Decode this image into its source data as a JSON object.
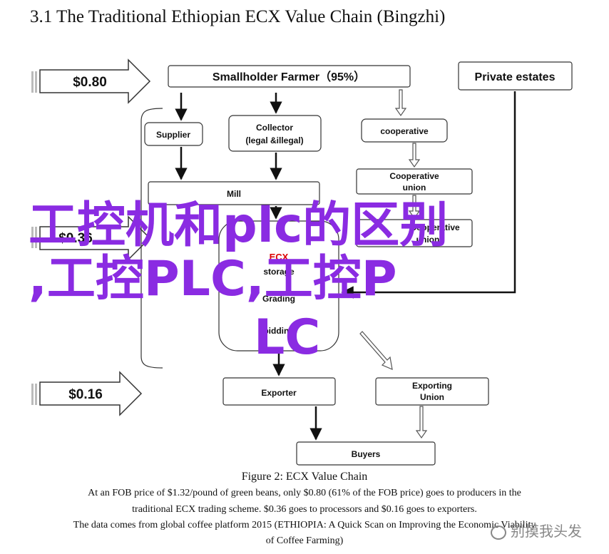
{
  "heading": "3.1 The Traditional Ethiopian ECX Value Chain (Bingzhi)",
  "prices": {
    "top": "$0.80",
    "mid": "$0.36",
    "bottom": "$0.16"
  },
  "nodes": {
    "smallholder": "Smallholder Farmer（95%）",
    "private": "Private estates",
    "supplier": "Supplier",
    "collector_1": "Collector",
    "collector_2": "(legal &illegal)",
    "cooperative": "cooperative",
    "coop_union_1": "Cooperative",
    "coop_union_2": "union",
    "mill": "Mill",
    "ecx_1": "ECX",
    "ecx_2": "storage",
    "grading": "Grading",
    "bidding": "bidding",
    "coop_partial": "Cooperative",
    "union_partial": "union",
    "exporter": "Exporter",
    "exp_union_1": "Exporting",
    "exp_union_2": "Union",
    "buyers": "Buyers"
  },
  "caption": {
    "title": "Figure 2: ECX Value Chain",
    "line1": "At an FOB price of $1.32/pound of green beans, only $0.80 (61% of the FOB price) goes to producers in the",
    "line2": "traditional ECX trading scheme. $0.36 goes to processors and $0.16 goes to exporters.",
    "line3": "The data comes from global coffee platform 2015 (ETHIOPIA: A Quick Scan on Improving the Economic Viability",
    "line4": "of Coffee Farming)"
  },
  "overlay": {
    "line1": "工控机和plc的区别",
    "line2": ",工控PLC,工控P",
    "line3": "LC"
  },
  "watermark": "别摸我头发",
  "colors": {
    "overlay": "#8a2be2",
    "ink": "#111111",
    "hollow_arrow": "#888888"
  }
}
